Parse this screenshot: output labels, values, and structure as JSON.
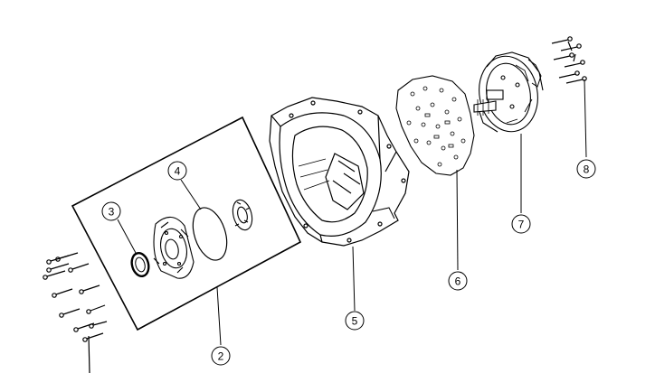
{
  "diagram": {
    "colors": {
      "line": "#000000",
      "background": "#ffffff"
    },
    "callouts": [
      {
        "id": "c2",
        "label": "2"
      },
      {
        "id": "c3",
        "label": "3"
      },
      {
        "id": "c4",
        "label": "4"
      },
      {
        "id": "c5",
        "label": "5"
      },
      {
        "id": "c6",
        "label": "6"
      },
      {
        "id": "c7",
        "label": "7"
      },
      {
        "id": "c8",
        "label": "8"
      }
    ],
    "parts": [
      "bolt-group-left",
      "seal-ring",
      "o-ring",
      "oil-pump",
      "bearing",
      "transmission-housing",
      "separator-plate",
      "valve-body",
      "bolt-group-right"
    ]
  }
}
